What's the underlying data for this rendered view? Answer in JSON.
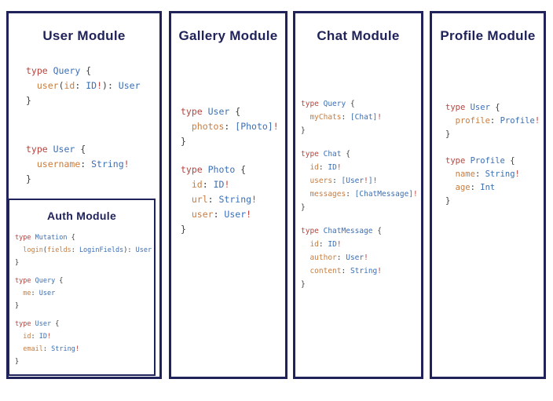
{
  "palette": {
    "border_navy": "#20235a",
    "title_navy": "#20235a",
    "keyword_red": "#b5443f",
    "type_blue": "#3b6fb5",
    "field_orange": "#c87c3e",
    "punctuation_dark": "#3d3d3d",
    "bang_red": "#c0403a",
    "background": "#ffffff"
  },
  "modules": [
    {
      "id": "user",
      "title": "User Module",
      "code": [
        [
          [
            {
              "t": "type ",
              "c": "k"
            },
            {
              "t": "Query",
              "c": "t"
            },
            {
              "t": " {",
              "c": "p"
            }
          ],
          [
            {
              "t": "  ",
              "c": "p"
            },
            {
              "t": "user",
              "c": "f"
            },
            {
              "t": "(",
              "c": "p"
            },
            {
              "t": "id",
              "c": "f"
            },
            {
              "t": ": ",
              "c": "p"
            },
            {
              "t": "ID",
              "c": "t"
            },
            {
              "t": "!",
              "c": "x"
            },
            {
              "t": "): ",
              "c": "p"
            },
            {
              "t": "User",
              "c": "t"
            }
          ],
          [
            {
              "t": "}",
              "c": "p"
            }
          ]
        ],
        [
          [
            {
              "t": "type ",
              "c": "k"
            },
            {
              "t": "User",
              "c": "t"
            },
            {
              "t": " {",
              "c": "p"
            }
          ],
          [
            {
              "t": "  ",
              "c": "p"
            },
            {
              "t": "username",
              "c": "f"
            },
            {
              "t": ": ",
              "c": "p"
            },
            {
              "t": "String",
              "c": "t"
            },
            {
              "t": "!",
              "c": "x"
            }
          ],
          [
            {
              "t": "}",
              "c": "p"
            }
          ]
        ]
      ]
    },
    {
      "id": "gallery",
      "title": "Gallery Module",
      "code": [
        [
          [
            {
              "t": "type ",
              "c": "k"
            },
            {
              "t": "User",
              "c": "t"
            },
            {
              "t": " {",
              "c": "p"
            }
          ],
          [
            {
              "t": "  ",
              "c": "p"
            },
            {
              "t": "photos",
              "c": "f"
            },
            {
              "t": ": ",
              "c": "p"
            },
            {
              "t": "[Photo]",
              "c": "t"
            },
            {
              "t": "!",
              "c": "x"
            }
          ],
          [
            {
              "t": "}",
              "c": "p"
            }
          ]
        ],
        [
          [
            {
              "t": "type ",
              "c": "k"
            },
            {
              "t": "Photo",
              "c": "t"
            },
            {
              "t": " {",
              "c": "p"
            }
          ],
          [
            {
              "t": "  ",
              "c": "p"
            },
            {
              "t": "id",
              "c": "f"
            },
            {
              "t": ": ",
              "c": "p"
            },
            {
              "t": "ID",
              "c": "t"
            },
            {
              "t": "!",
              "c": "x"
            }
          ],
          [
            {
              "t": "  ",
              "c": "p"
            },
            {
              "t": "url",
              "c": "f"
            },
            {
              "t": ": ",
              "c": "p"
            },
            {
              "t": "String",
              "c": "t"
            },
            {
              "t": "!",
              "c": "x"
            }
          ],
          [
            {
              "t": "  ",
              "c": "p"
            },
            {
              "t": "user",
              "c": "f"
            },
            {
              "t": ": ",
              "c": "p"
            },
            {
              "t": "User",
              "c": "t"
            },
            {
              "t": "!",
              "c": "x"
            }
          ],
          [
            {
              "t": "}",
              "c": "p"
            }
          ]
        ]
      ]
    },
    {
      "id": "chat",
      "title": "Chat Module",
      "code": [
        [
          [
            {
              "t": "type ",
              "c": "k"
            },
            {
              "t": "Query",
              "c": "t"
            },
            {
              "t": " {",
              "c": "p"
            }
          ],
          [
            {
              "t": "  ",
              "c": "p"
            },
            {
              "t": "myChats",
              "c": "f"
            },
            {
              "t": ": ",
              "c": "p"
            },
            {
              "t": "[Chat]",
              "c": "t"
            },
            {
              "t": "!",
              "c": "x"
            }
          ],
          [
            {
              "t": "}",
              "c": "p"
            }
          ]
        ],
        [
          [
            {
              "t": "type ",
              "c": "k"
            },
            {
              "t": "Chat",
              "c": "t"
            },
            {
              "t": " {",
              "c": "p"
            }
          ],
          [
            {
              "t": "  ",
              "c": "p"
            },
            {
              "t": "id",
              "c": "f"
            },
            {
              "t": ": ",
              "c": "p"
            },
            {
              "t": "ID",
              "c": "t"
            },
            {
              "t": "!",
              "c": "x"
            }
          ],
          [
            {
              "t": "  ",
              "c": "p"
            },
            {
              "t": "users",
              "c": "f"
            },
            {
              "t": ": ",
              "c": "p"
            },
            {
              "t": "[User",
              "c": "t"
            },
            {
              "t": "!",
              "c": "x"
            },
            {
              "t": "]",
              "c": "t"
            },
            {
              "t": "!",
              "c": "x"
            }
          ],
          [
            {
              "t": "  ",
              "c": "p"
            },
            {
              "t": "messages",
              "c": "f"
            },
            {
              "t": ": ",
              "c": "p"
            },
            {
              "t": "[ChatMessage]",
              "c": "t"
            },
            {
              "t": "!",
              "c": "x"
            }
          ],
          [
            {
              "t": "}",
              "c": "p"
            }
          ]
        ],
        [
          [
            {
              "t": "type ",
              "c": "k"
            },
            {
              "t": "ChatMessage",
              "c": "t"
            },
            {
              "t": " {",
              "c": "p"
            }
          ],
          [
            {
              "t": "  ",
              "c": "p"
            },
            {
              "t": "id",
              "c": "f"
            },
            {
              "t": ": ",
              "c": "p"
            },
            {
              "t": "ID",
              "c": "t"
            },
            {
              "t": "!",
              "c": "x"
            }
          ],
          [
            {
              "t": "  ",
              "c": "p"
            },
            {
              "t": "author",
              "c": "f"
            },
            {
              "t": ": ",
              "c": "p"
            },
            {
              "t": "User",
              "c": "t"
            },
            {
              "t": "!",
              "c": "x"
            }
          ],
          [
            {
              "t": "  ",
              "c": "p"
            },
            {
              "t": "content",
              "c": "f"
            },
            {
              "t": ": ",
              "c": "p"
            },
            {
              "t": "String",
              "c": "t"
            },
            {
              "t": "!",
              "c": "x"
            }
          ],
          [
            {
              "t": "}",
              "c": "p"
            }
          ]
        ]
      ]
    },
    {
      "id": "profile",
      "title": "Profile Module",
      "code": [
        [
          [
            {
              "t": "type ",
              "c": "k"
            },
            {
              "t": "User",
              "c": "t"
            },
            {
              "t": " {",
              "c": "p"
            }
          ],
          [
            {
              "t": "  ",
              "c": "p"
            },
            {
              "t": "profile",
              "c": "f"
            },
            {
              "t": ": ",
              "c": "p"
            },
            {
              "t": "Profile",
              "c": "t"
            },
            {
              "t": "!",
              "c": "x"
            }
          ],
          [
            {
              "t": "}",
              "c": "p"
            }
          ]
        ],
        [
          [
            {
              "t": "type ",
              "c": "k"
            },
            {
              "t": "Profile",
              "c": "t"
            },
            {
              "t": " {",
              "c": "p"
            }
          ],
          [
            {
              "t": "  ",
              "c": "p"
            },
            {
              "t": "name",
              "c": "f"
            },
            {
              "t": ": ",
              "c": "p"
            },
            {
              "t": "String",
              "c": "t"
            },
            {
              "t": "!",
              "c": "x"
            }
          ],
          [
            {
              "t": "  ",
              "c": "p"
            },
            {
              "t": "age",
              "c": "f"
            },
            {
              "t": ": ",
              "c": "p"
            },
            {
              "t": "Int",
              "c": "t"
            }
          ],
          [
            {
              "t": "}",
              "c": "p"
            }
          ]
        ]
      ]
    },
    {
      "id": "auth",
      "title": "Auth Module",
      "code": [
        [
          [
            {
              "t": "type ",
              "c": "k"
            },
            {
              "t": "Mutation",
              "c": "t"
            },
            {
              "t": " {",
              "c": "p"
            }
          ],
          [
            {
              "t": "  ",
              "c": "p"
            },
            {
              "t": "login",
              "c": "f"
            },
            {
              "t": "(",
              "c": "p"
            },
            {
              "t": "fields",
              "c": "f"
            },
            {
              "t": ": ",
              "c": "p"
            },
            {
              "t": "LoginFields",
              "c": "t"
            },
            {
              "t": "): ",
              "c": "p"
            },
            {
              "t": "User",
              "c": "t"
            }
          ],
          [
            {
              "t": "}",
              "c": "p"
            }
          ]
        ],
        [
          [
            {
              "t": "type ",
              "c": "k"
            },
            {
              "t": "Query",
              "c": "t"
            },
            {
              "t": " {",
              "c": "p"
            }
          ],
          [
            {
              "t": "  ",
              "c": "p"
            },
            {
              "t": "me",
              "c": "f"
            },
            {
              "t": ": ",
              "c": "p"
            },
            {
              "t": "User",
              "c": "t"
            }
          ],
          [
            {
              "t": "}",
              "c": "p"
            }
          ]
        ],
        [
          [
            {
              "t": "type ",
              "c": "k"
            },
            {
              "t": "User",
              "c": "t"
            },
            {
              "t": " {",
              "c": "p"
            }
          ],
          [
            {
              "t": "  ",
              "c": "p"
            },
            {
              "t": "id",
              "c": "f"
            },
            {
              "t": ": ",
              "c": "p"
            },
            {
              "t": "ID",
              "c": "t"
            },
            {
              "t": "!",
              "c": "x"
            }
          ],
          [
            {
              "t": "  ",
              "c": "p"
            },
            {
              "t": "email",
              "c": "f"
            },
            {
              "t": ": ",
              "c": "p"
            },
            {
              "t": "String",
              "c": "t"
            },
            {
              "t": "!",
              "c": "x"
            }
          ],
          [
            {
              "t": "}",
              "c": "p"
            }
          ]
        ]
      ]
    }
  ]
}
